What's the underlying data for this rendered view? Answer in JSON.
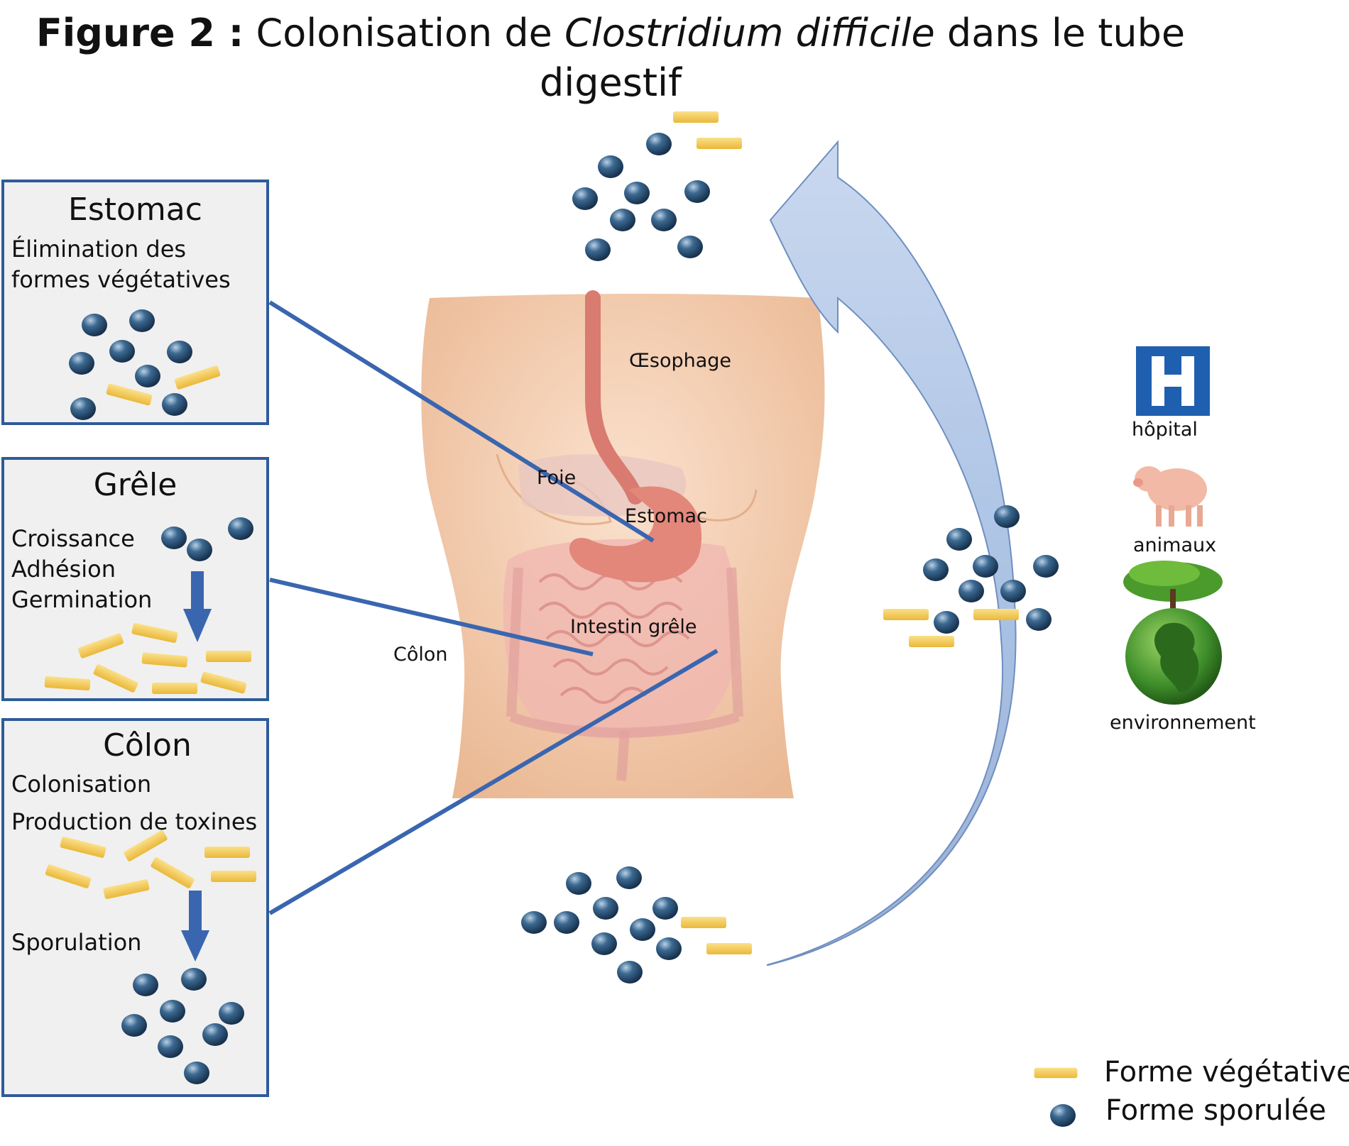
{
  "title": {
    "figure_label": "Figure 2 :",
    "text_before": " Colonisation de ",
    "species": "Clostridium difficile",
    "text_after": " dans le tube",
    "line2": "digestif"
  },
  "boxes": {
    "estomac": {
      "title": "Estomac",
      "lines": [
        "Élimination des",
        "formes végétatives"
      ]
    },
    "grele": {
      "title": "Grêle",
      "lines": [
        "Croissance",
        "Adhésion",
        "Germination"
      ]
    },
    "colon": {
      "title": "Côlon",
      "lines": [
        "Colonisation",
        "Production de toxines"
      ],
      "step": "Sporulation"
    }
  },
  "body_labels": {
    "oesophage": "Œsophage",
    "foie": "Foie",
    "estomac": "Estomac",
    "intestin": "Intestin grêle",
    "colon": "Côlon"
  },
  "sources": {
    "hopital": "hôpital",
    "animaux": "animaux",
    "environnement": "environnement",
    "hospital_letter": "H"
  },
  "legend": {
    "vegetative": "Forme végétative",
    "sporulee": "Forme sporulée"
  },
  "colors": {
    "box_border": "#2e5b9a",
    "connector": "#3a66b0",
    "arrow_fill": "#b3c7e6",
    "spore": "#2d4f73",
    "vegetative": "#f4c94f",
    "skin": "#f3c8a6",
    "hospital_blue": "#1f5fb0"
  },
  "icons": [
    "spore-icon",
    "vegetative-cell-icon",
    "hospital-icon",
    "pig-icon",
    "tree-icon",
    "globe-icon",
    "down-arrow-icon",
    "cycle-arrow-icon"
  ]
}
